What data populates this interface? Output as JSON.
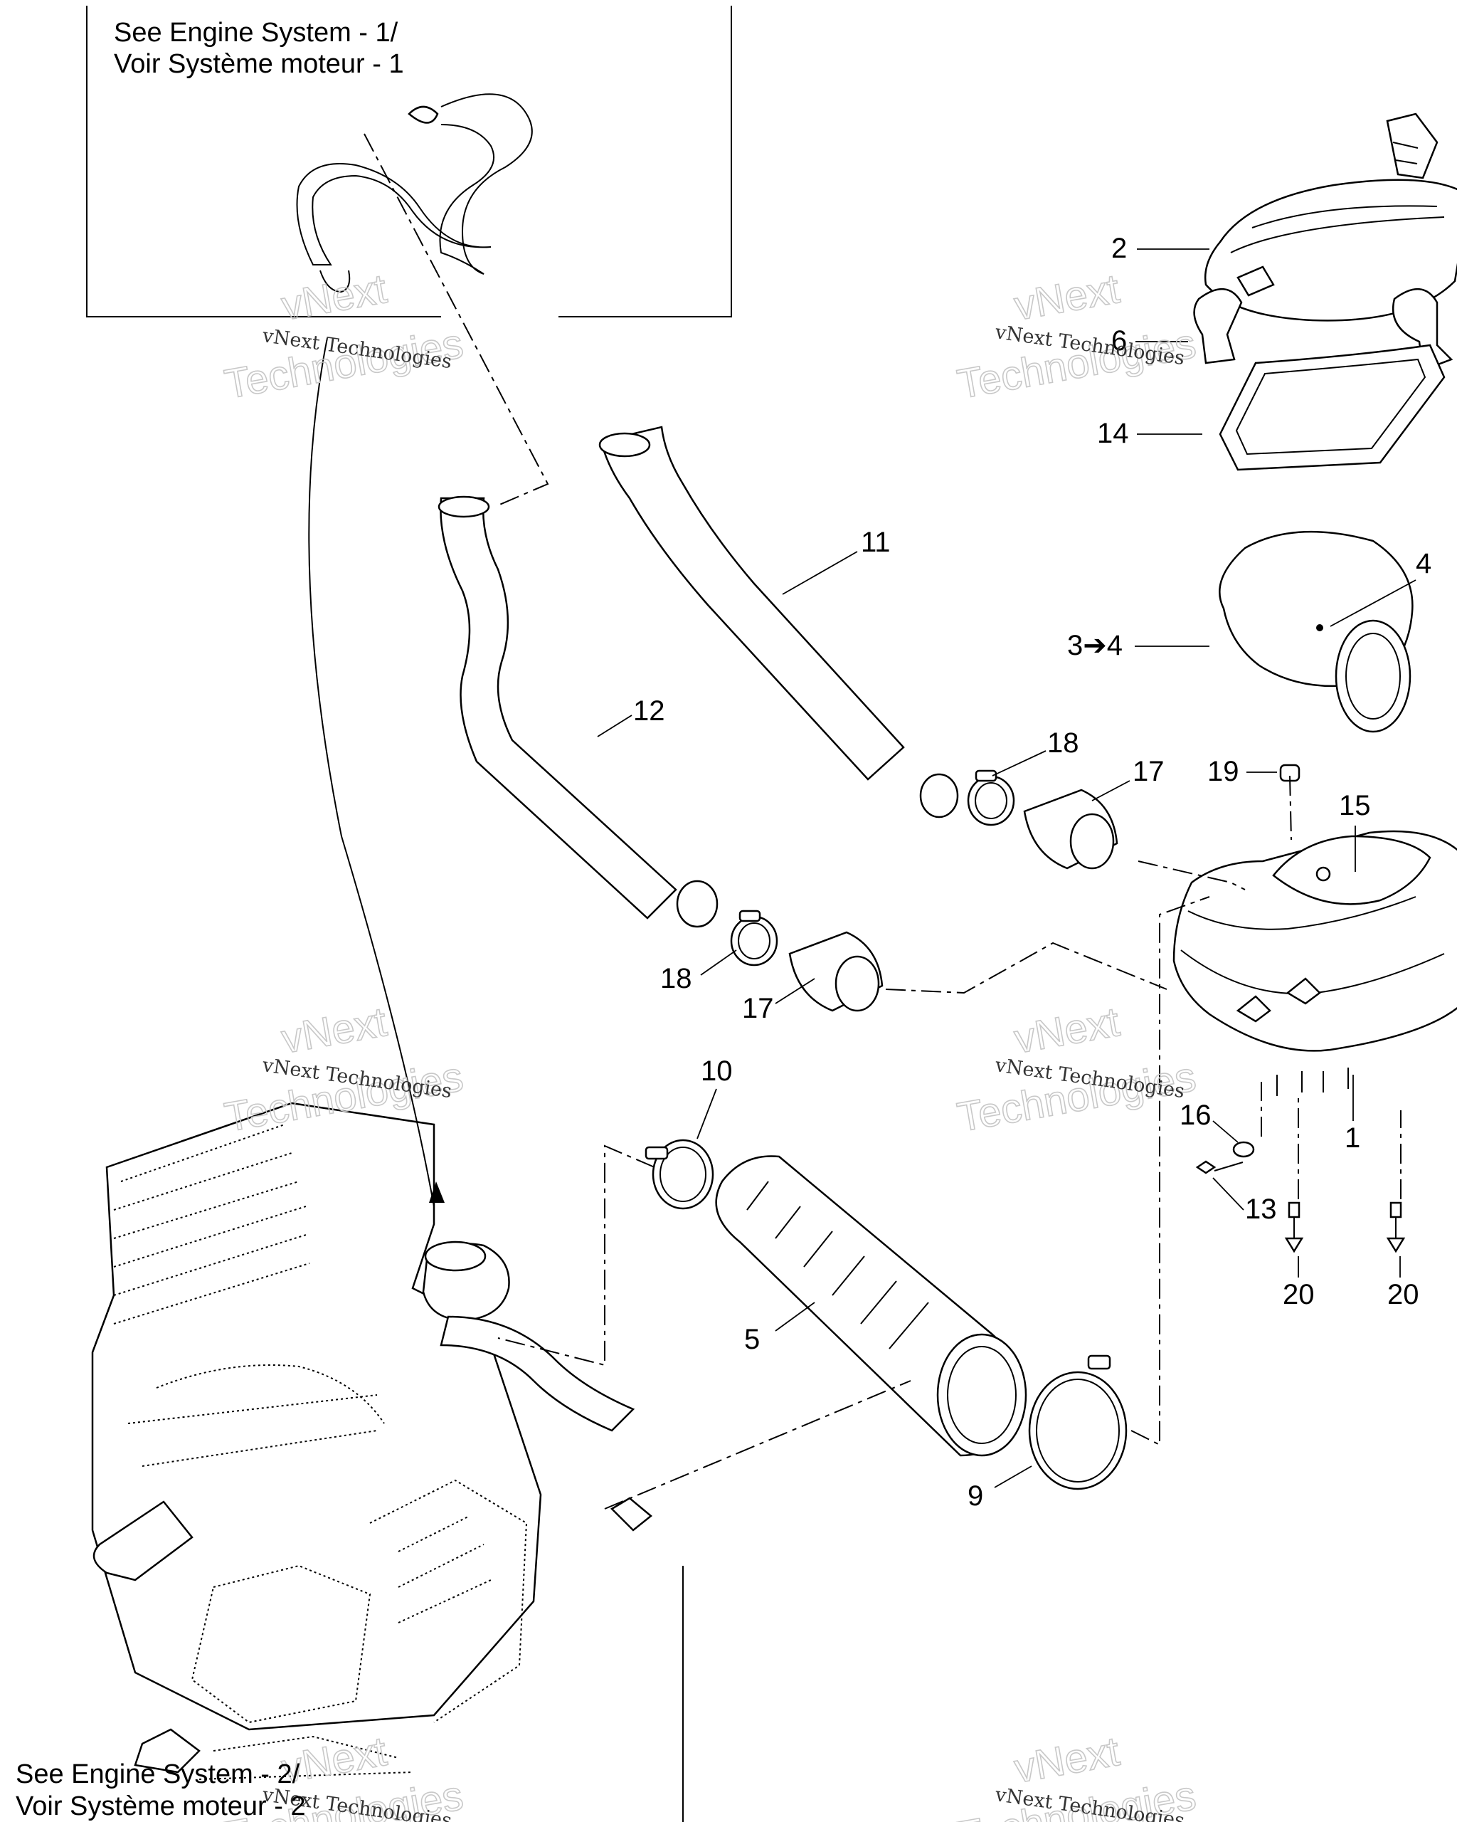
{
  "references": {
    "top": [
      "See Engine System - 1/",
      "Voir Système moteur - 1"
    ],
    "bottom": [
      "See Engine System - 2/",
      "Voir Système moteur - 2"
    ]
  },
  "watermark": {
    "brand": "vNext",
    "word": "Technologies",
    "caption": "vNext Technologies"
  },
  "callouts": {
    "c1": "1",
    "c2": "2",
    "c3to4": "3➔4",
    "c4": "4",
    "c5": "5",
    "c6": "6",
    "c9": "9",
    "c10": "10",
    "c11": "11",
    "c12": "12",
    "c13": "13",
    "c14": "14",
    "c15": "15",
    "c16": "16",
    "c17a": "17",
    "c17b": "17",
    "c18a": "18",
    "c18b": "18",
    "c19": "19",
    "c20a": "20",
    "c20b": "20"
  },
  "colors": {
    "ink": "#000000",
    "watermark": "#c8c8c8",
    "background": "#ffffff"
  }
}
